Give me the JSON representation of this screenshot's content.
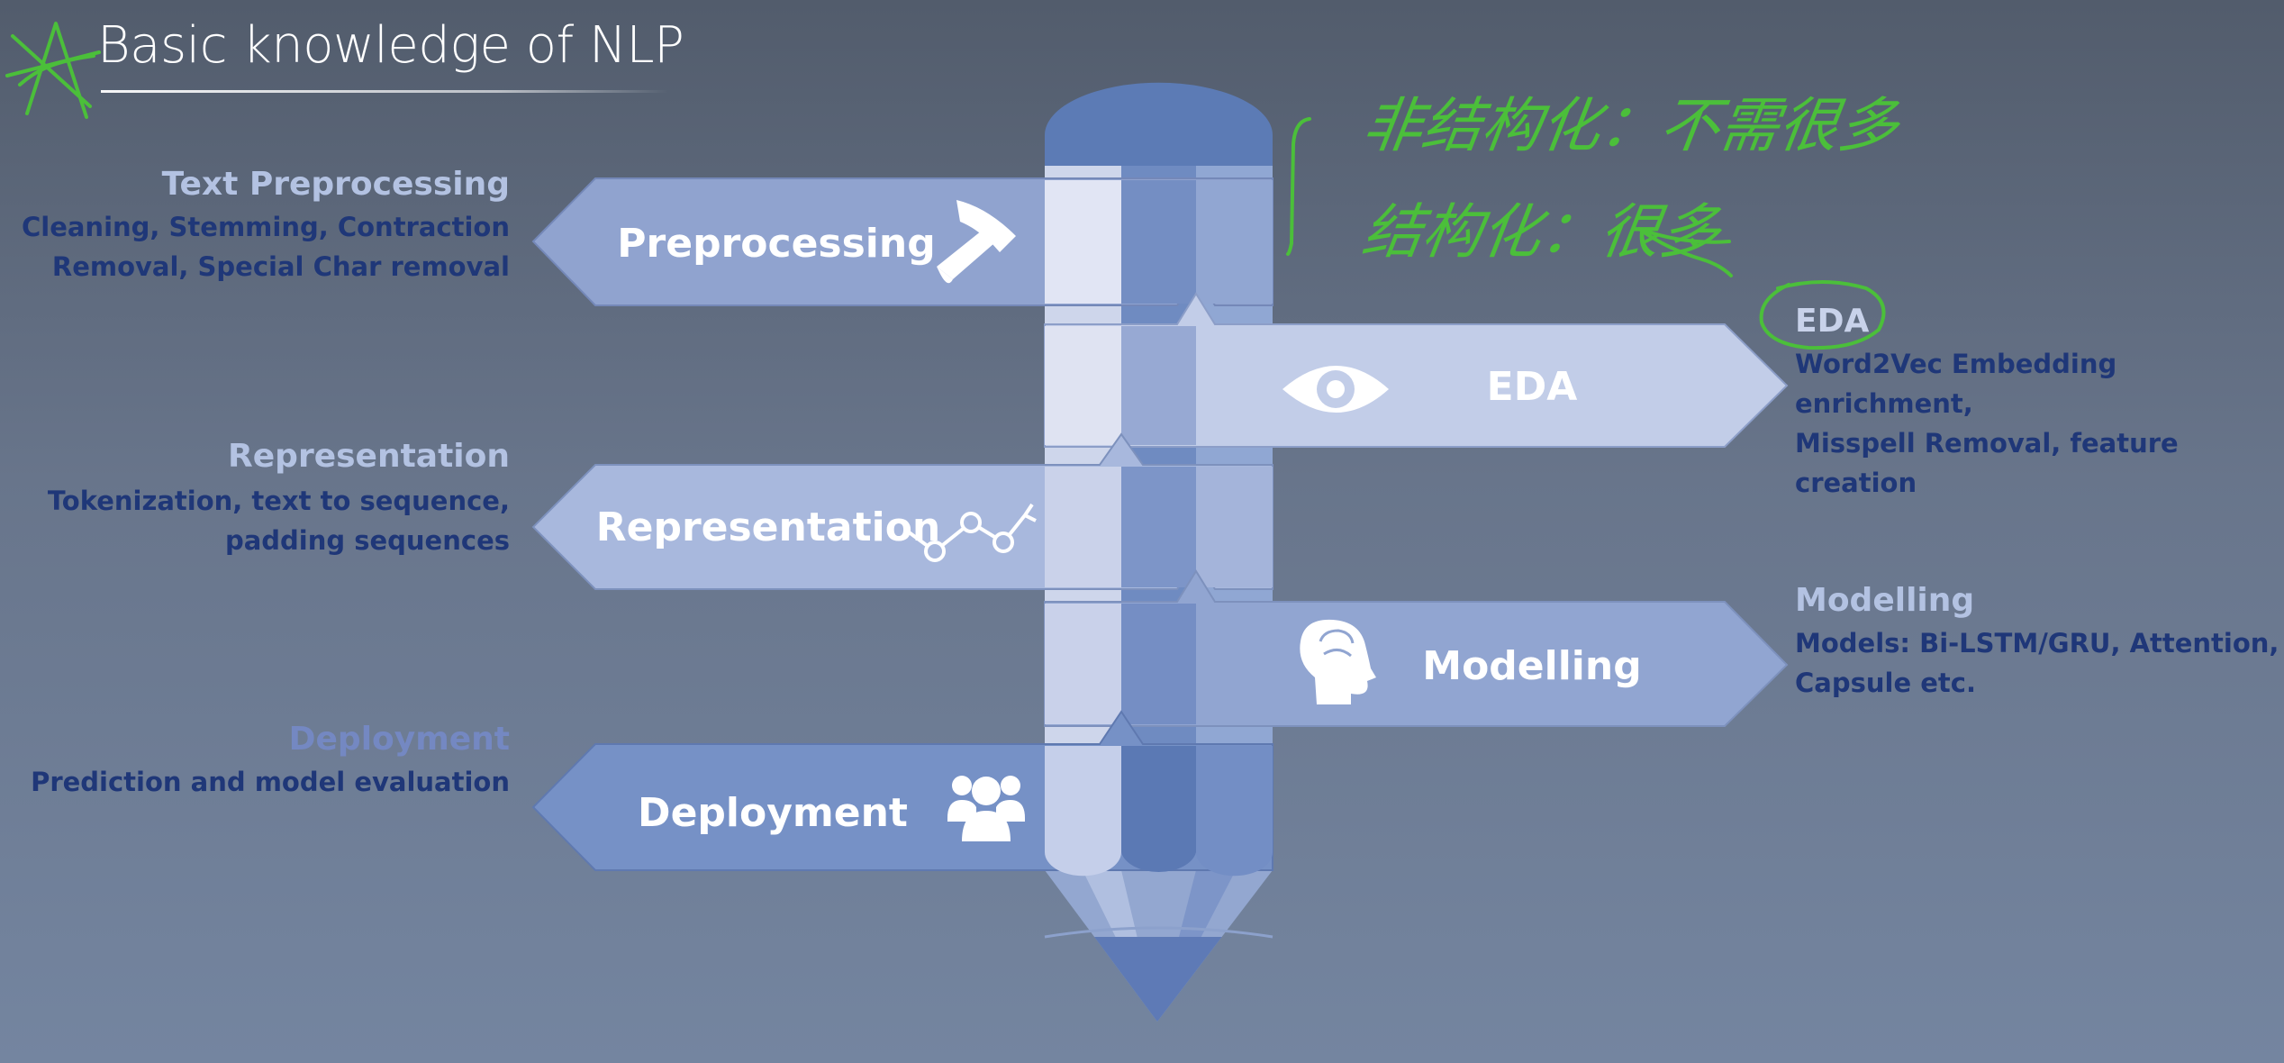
{
  "page": {
    "title": "Basic knowledge of NLP"
  },
  "colors": {
    "heading_light": "#b3c2e2",
    "heading_deployment": "#7488c2",
    "description": "#1f3778",
    "handwriting": "#4bbf3a",
    "white": "#ffffff"
  },
  "steps": [
    {
      "banner_label": "Preprocessing",
      "icon": "hammer-icon",
      "heading": "Text Preprocessing",
      "desc_lines": [
        "Cleaning, Stemming, Contraction",
        "Removal, Special Char removal"
      ]
    },
    {
      "banner_label": "EDA",
      "icon": "eye-icon",
      "heading": "EDA",
      "desc_lines": [
        "Word2Vec Embedding enrichment,",
        "Misspell Removal, feature creation"
      ]
    },
    {
      "banner_label": "Representation",
      "icon": "molecule-icon",
      "heading": "Representation",
      "desc_lines": [
        "Tokenization,  text to sequence,",
        "padding sequences"
      ]
    },
    {
      "banner_label": "Modelling",
      "icon": "head-icon",
      "heading": "Modelling",
      "desc_lines": [
        "Models: Bi-LSTM/GRU, Attention,",
        "Capsule etc."
      ]
    },
    {
      "banner_label": "Deployment",
      "icon": "people-icon",
      "heading": "Deployment",
      "desc_lines": [
        "Prediction and model evaluation"
      ]
    }
  ],
  "annotations": {
    "line1": "非结构化：不需很多",
    "line2": "结构化：很多"
  }
}
